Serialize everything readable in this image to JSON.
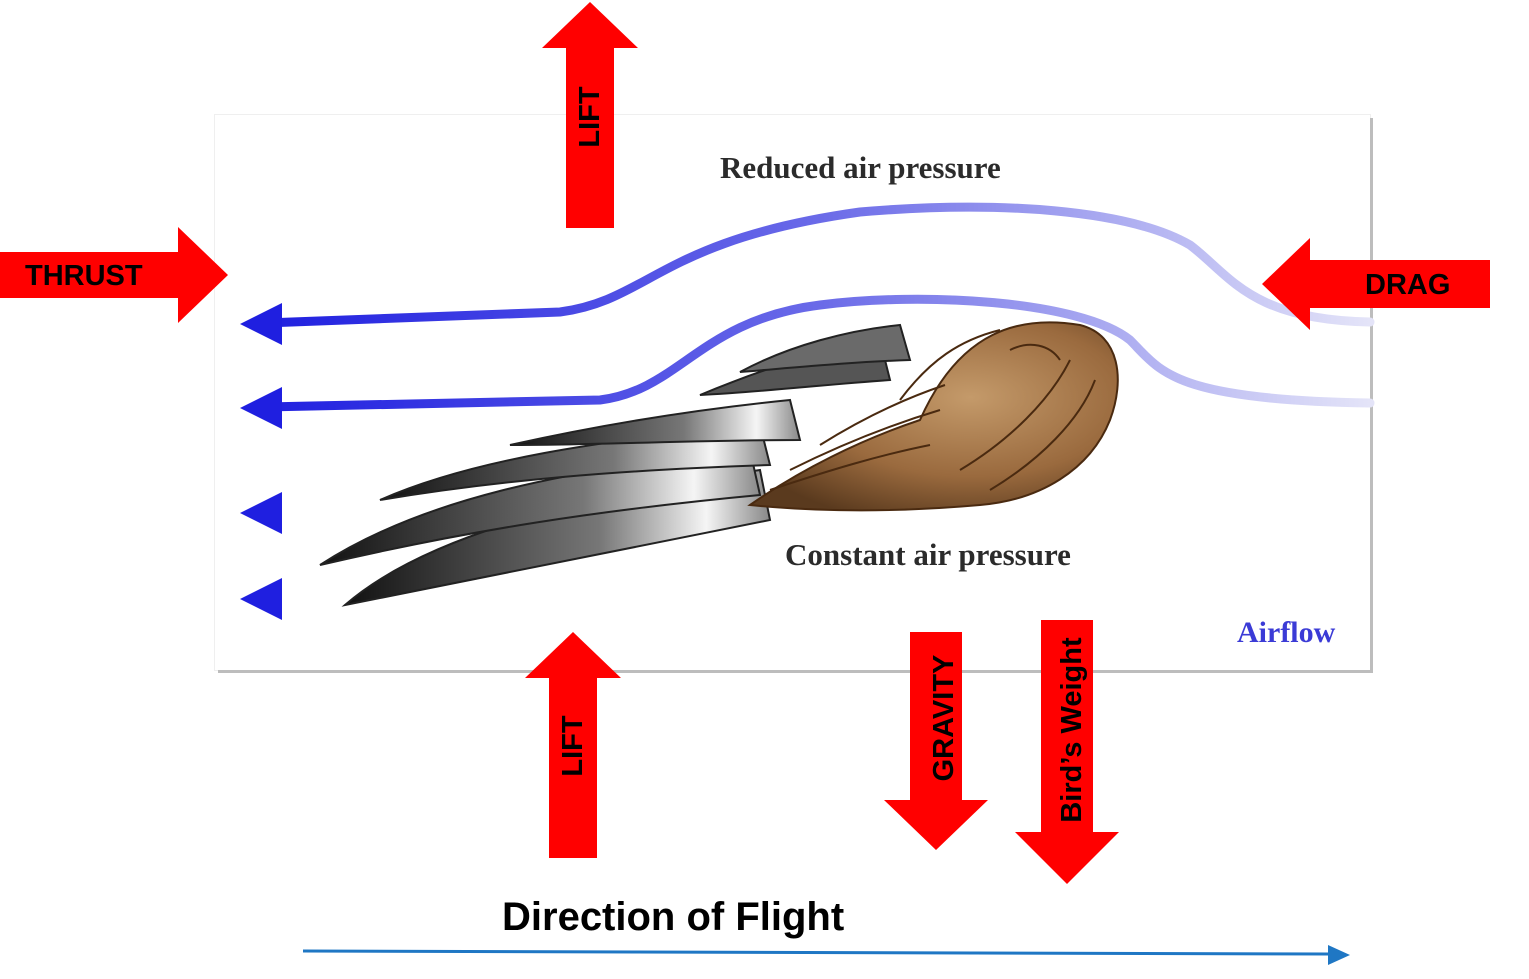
{
  "diagram": {
    "top_label": "Reduced air pressure",
    "bottom_label": "Constant air pressure",
    "airflow_label": "Airflow"
  },
  "forces": {
    "lift_top": "LIFT",
    "lift_bottom": "LIFT",
    "thrust": "THRUST",
    "drag": "DRAG",
    "gravity": "GRAVITY",
    "weight": "Bird’s Weight"
  },
  "direction": {
    "label": "Direction of Flight"
  },
  "colors": {
    "force_arrow": "#ff0000",
    "airflow": "#3a3ae6",
    "direction_arrow": "#1f77c4",
    "feather_brown": "#8a5a32",
    "feather_dark": "#2a2a2a"
  }
}
